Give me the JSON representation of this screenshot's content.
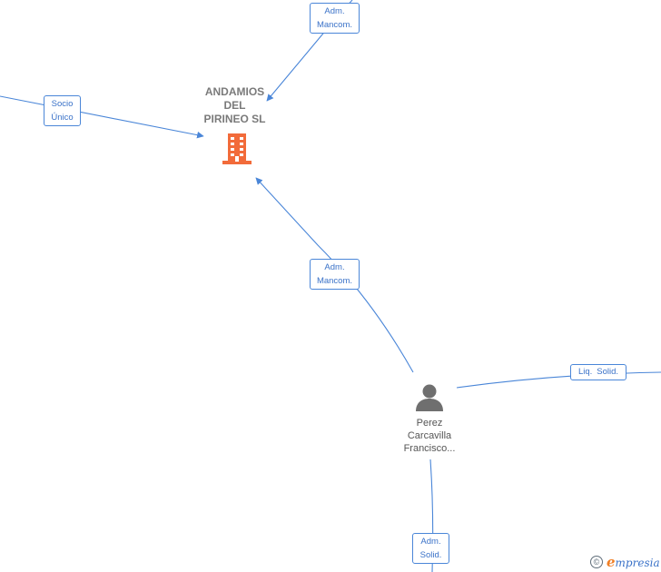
{
  "company": {
    "name_lines": [
      "ANDAMIOS",
      "DEL",
      "PIRINEO  SL"
    ],
    "icon": "building-icon",
    "color": "#f26b3a"
  },
  "person": {
    "name_lines": [
      "Perez",
      "Carcavilla",
      "Francisco..."
    ],
    "icon": "person-icon",
    "color": "#6f6f6f"
  },
  "relations": [
    {
      "id": "top",
      "lines": [
        "Adm.",
        "Mancom."
      ]
    },
    {
      "id": "left",
      "lines": [
        "Socio",
        "Único"
      ]
    },
    {
      "id": "middle",
      "lines": [
        "Adm.",
        "Mancom."
      ]
    },
    {
      "id": "right",
      "lines": [
        "Liq.",
        "Solid."
      ]
    },
    {
      "id": "bottom",
      "lines": [
        "Adm.",
        "Solid."
      ]
    }
  ],
  "edge_color": "#4a86d8",
  "watermark": {
    "symbol": "©",
    "brand_initial": "e",
    "brand_rest": "mpresia"
  }
}
